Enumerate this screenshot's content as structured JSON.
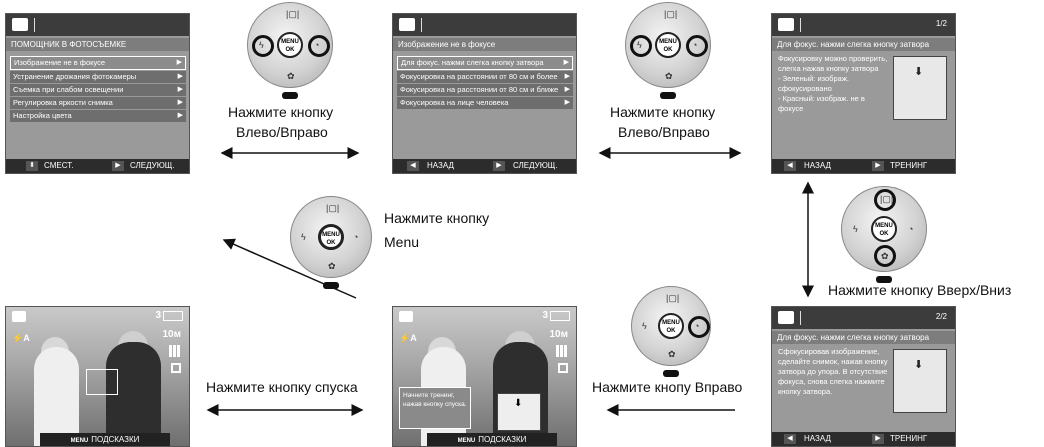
{
  "screens": {
    "s1": {
      "header": "ПОМОЩНИК В ФОТОСЪЕМКЕ",
      "items": [
        "Изображение не в фокусе",
        "Устранение дрожания фотокамеры",
        "Съемка при слабом освещении",
        "Регулировка яркости снимка",
        "Настройка цвета"
      ],
      "foot_left": "СМЕСТ.",
      "foot_right": "СЛЕДУЮЩ."
    },
    "s2": {
      "header": "Изображение не  в фокусе",
      "items": [
        "Для фокус. нажми слегка кнопку затвора",
        "Фокусировка на расстоянии от 80 см и более",
        "Фокусировка на расстоянии от 80 см и ближе",
        "Фокусировка на лице человека"
      ],
      "foot_left": "НАЗАД",
      "foot_right": "СЛЕДУЮЩ."
    },
    "s3": {
      "page": "1/2",
      "header": "Для фокус. нажми слегка кнопку затвора",
      "body": "Фокусировку можно проверить, слегка нажав кнопку затвора\n- Зеленый: изображ. сфокусировано\n- Красный: изображ. не в фокусе",
      "foot_left": "НАЗАД",
      "foot_right": "ТРЕНИНГ"
    },
    "s4": {
      "page": "2/2",
      "header": "Для фокус. нажми слегка кнопку затвора",
      "body": "Сфокусировав изображение, сделайте снимок, нажав кнопку затвора до упора. В отсутствие фокуса, снова слегка нажмите кнопку затвора.",
      "foot_left": "НАЗАД",
      "foot_right": "ТРЕНИНГ"
    },
    "s5": {
      "count": "3",
      "resolution": "10м",
      "tip": "Начните тренинг, нажав кнопку спуска.",
      "menu_key": "MENU",
      "hint": "ПОДСКАЗКИ"
    },
    "s6": {
      "count": "3",
      "resolution": "10м",
      "menu_key": "MENU",
      "hint": "ПОДСКАЗКИ"
    }
  },
  "dial": {
    "center_top": "MENU",
    "center_bottom": "OK"
  },
  "labels": {
    "l1a": "Нажмите кнопку",
    "l1b": "Влево/Вправо",
    "l2a": "Нажмите кнопку",
    "l2b": "Влево/Вправо",
    "l3a": "Нажмите кнопку",
    "l3b": "Menu",
    "l4": "Нажмите кнопку Вверх/Вниз",
    "l5": "Нажмите кнопу Вправо",
    "l6": "Нажмите кнопку спуска"
  }
}
